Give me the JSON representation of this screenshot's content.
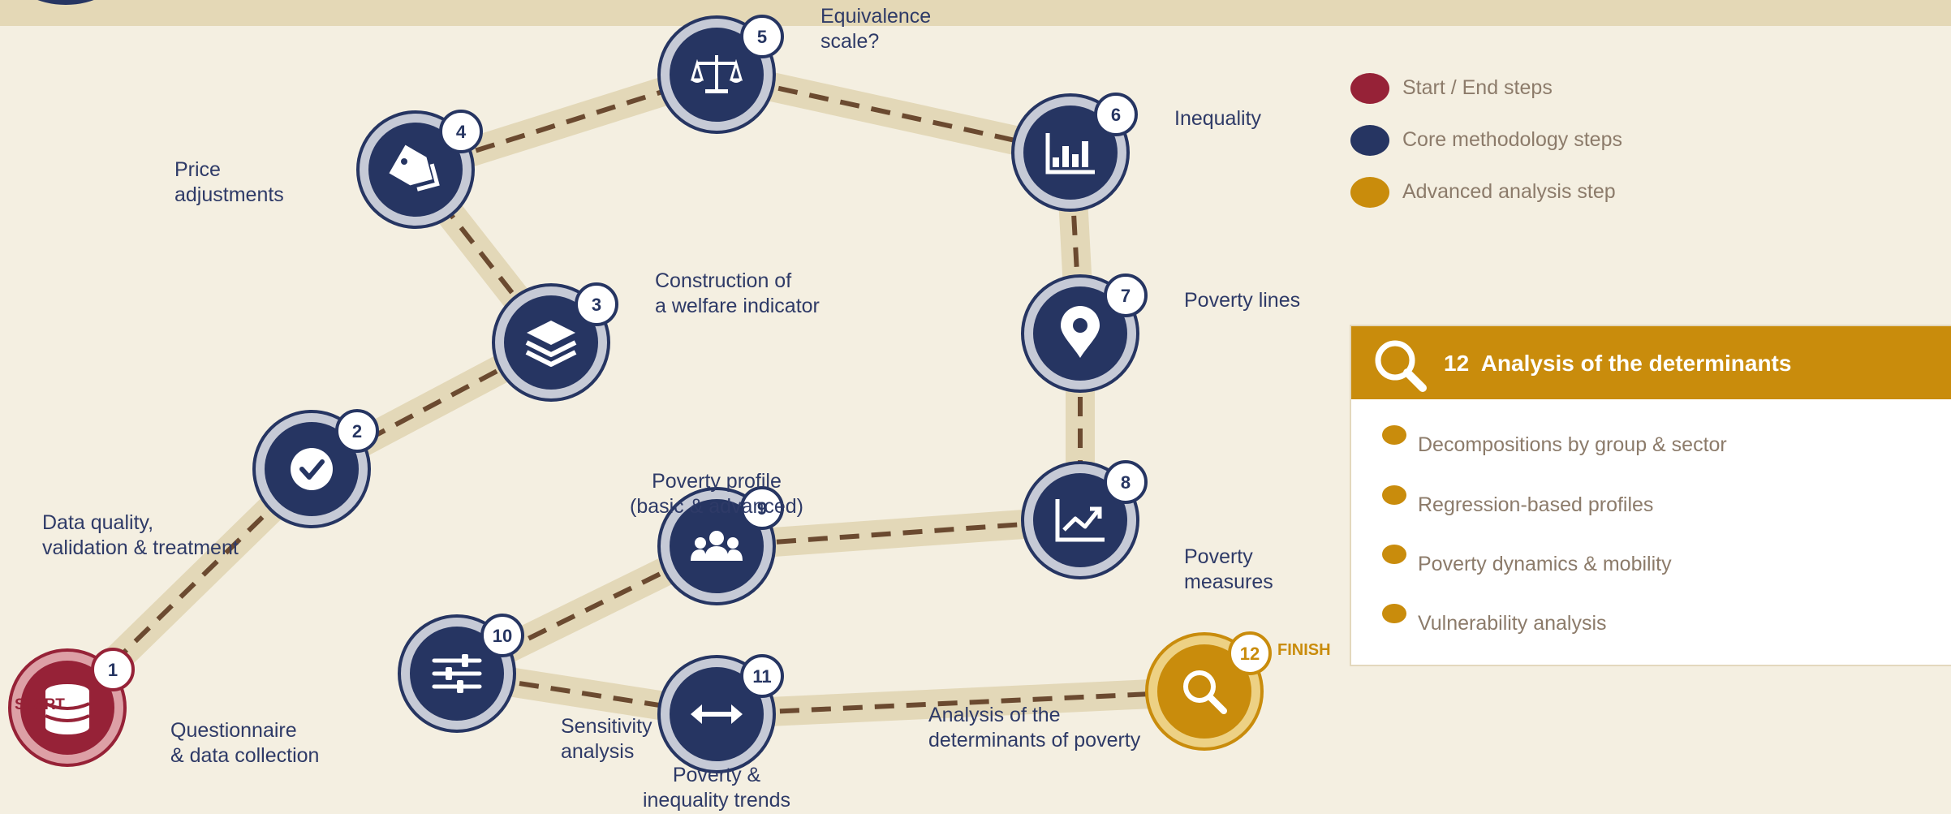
{
  "diagram": {
    "steps": [
      {
        "number": "1",
        "label": "Questionnaire\n& data collection",
        "kind": "start",
        "icon": "database-icon"
      },
      {
        "number": "2",
        "label": "Data quality,\nvalidation & treatment",
        "kind": "core",
        "icon": "check-circle-icon"
      },
      {
        "number": "3",
        "label": "Construction of\na welfare indicator",
        "kind": "core",
        "icon": "layers-icon"
      },
      {
        "number": "4",
        "label": "Price\nadjustments",
        "kind": "core",
        "icon": "price-tag-icon"
      },
      {
        "number": "5",
        "label": "Equivalence\nscale?",
        "kind": "core",
        "icon": "balance-scale-icon"
      },
      {
        "number": "6",
        "label": "Inequality",
        "kind": "core",
        "icon": "bar-chart-icon"
      },
      {
        "number": "7",
        "label": "Poverty lines",
        "kind": "core",
        "icon": "map-pin-icon"
      },
      {
        "number": "8",
        "label": "Poverty\nmeasures",
        "kind": "core",
        "icon": "trend-chart-icon"
      },
      {
        "number": "9",
        "label": "Poverty profile\n(basic & advanced)",
        "kind": "core",
        "icon": "people-group-icon"
      },
      {
        "number": "10",
        "label": "Sensitivity\nanalysis",
        "kind": "core",
        "icon": "sliders-icon"
      },
      {
        "number": "11",
        "label": "Poverty &\ninequality trends",
        "kind": "core",
        "icon": "double-arrow-icon"
      },
      {
        "number": "12",
        "label": "Analysis of the\ndeterminants of poverty",
        "kind": "advanced",
        "icon": "magnifier-icon"
      }
    ],
    "start_mark": "START",
    "finish_mark": "FINISH"
  },
  "legend": [
    {
      "label": "Start / End steps",
      "color": "#962237"
    },
    {
      "label": "Core methodology steps",
      "color": "#263562"
    },
    {
      "label": "Advanced analysis step",
      "color": "#c98c0c"
    }
  ],
  "panel": {
    "number": "12",
    "title": "Analysis of the determinants",
    "icon": "magnifier-icon",
    "items": [
      "Decompositions by group & sector",
      "Regression-based profiles",
      "Poverty dynamics & mobility",
      "Vulnerability analysis"
    ]
  },
  "colors": {
    "start": "#962237",
    "core": "#263562",
    "advanced": "#c98c0c",
    "path": "#e3d8b8",
    "dash": "#6b4a30",
    "background": "#f4efe1"
  }
}
